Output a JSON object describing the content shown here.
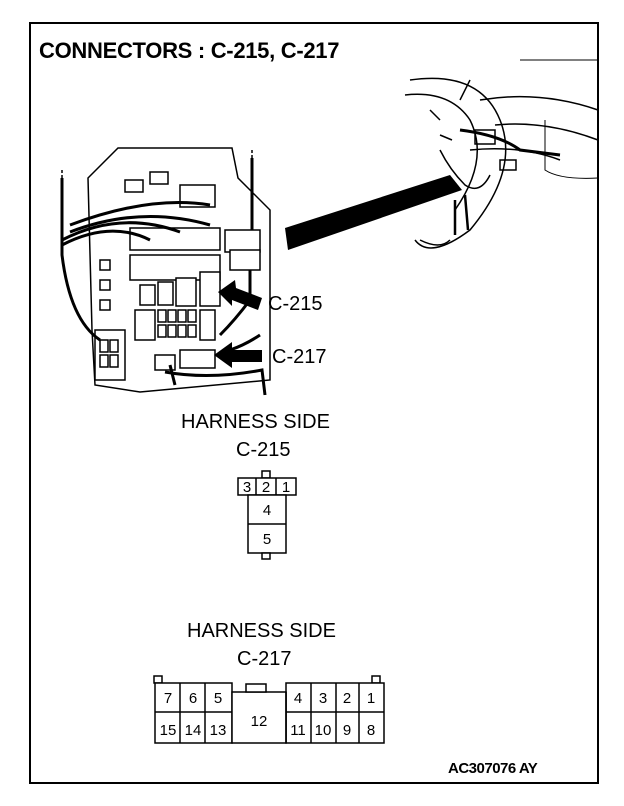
{
  "title": "CONNECTORS : C-215, C-217",
  "callouts": {
    "c215": "C-215",
    "c217": "C-217"
  },
  "harness_c215": {
    "heading": "HARNESS SIDE",
    "name": "C-215",
    "pins": [
      "3",
      "2",
      "1",
      "4",
      "5"
    ]
  },
  "harness_c217": {
    "heading": "HARNESS SIDE",
    "name": "C-217",
    "top_row": [
      "7",
      "6",
      "5",
      "4",
      "3",
      "2",
      "1"
    ],
    "center_pin": "12",
    "bottom_row": [
      "15",
      "14",
      "13",
      "11",
      "10",
      "9",
      "8"
    ]
  },
  "figure_code": "AC307076 AY"
}
